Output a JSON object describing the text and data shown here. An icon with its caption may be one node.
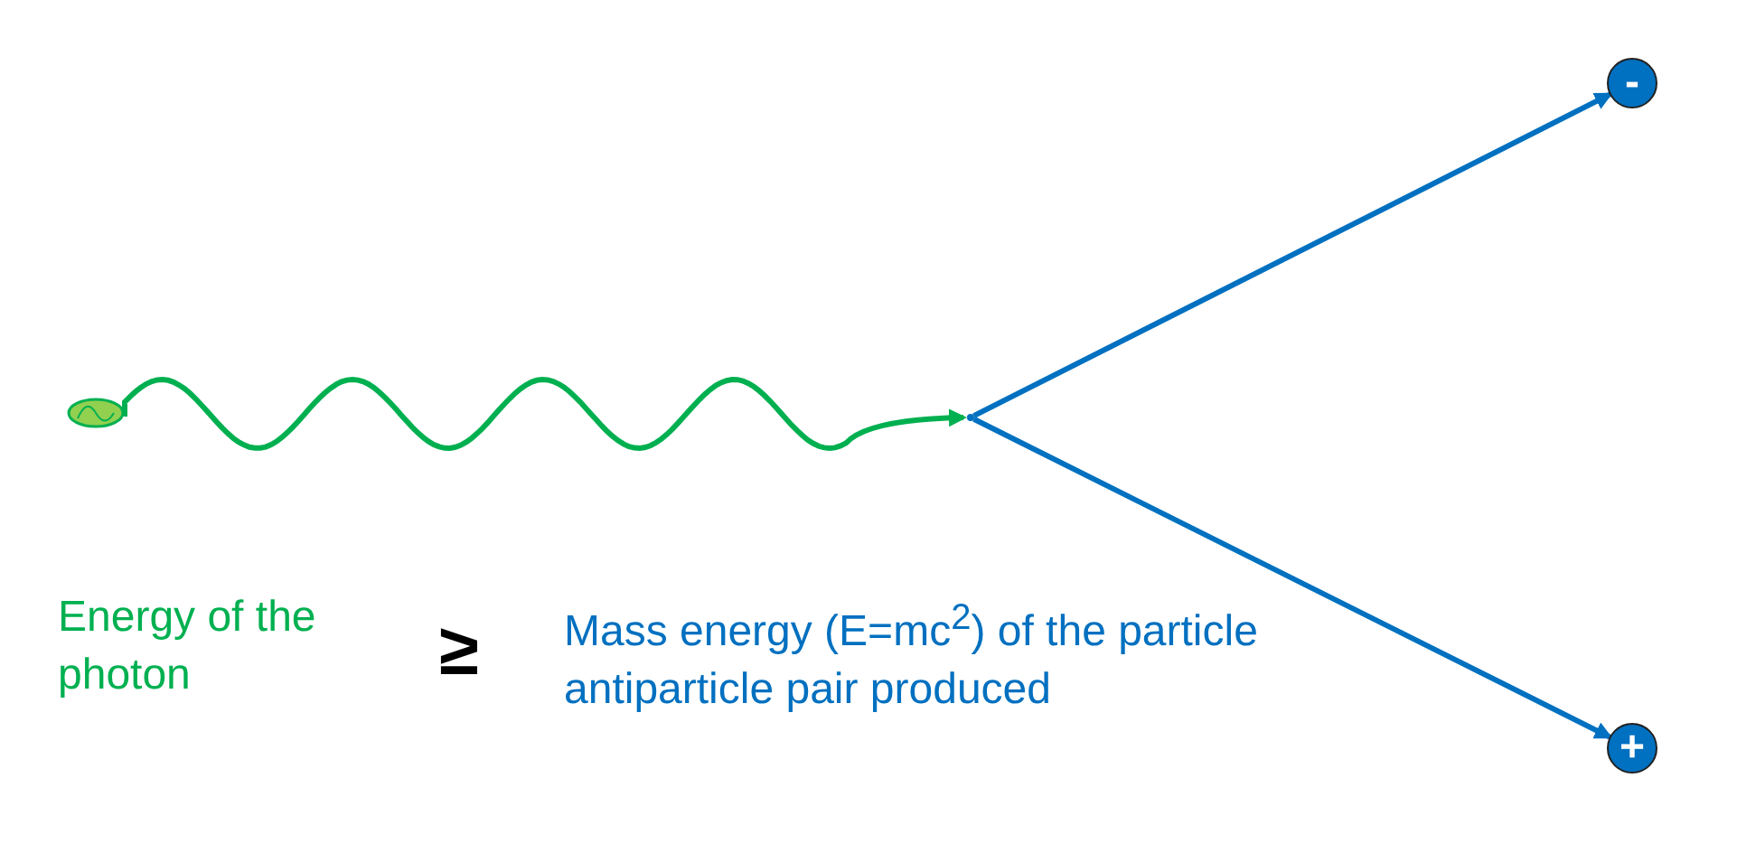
{
  "diagram": {
    "nodes": [
      {
        "text": [],
        "shape": "ellipse"
      },
      {
        "text": [],
        "shape": "point"
      },
      {
        "text": [
          "-"
        ]
      },
      {
        "text": [
          "+"
        ]
      }
    ],
    "edges": [
      {
        "from": 0,
        "to": 1,
        "arrow": "to",
        "color": "#00b050"
      },
      {
        "from": 1,
        "to": 2,
        "arrow": "to"
      },
      {
        "from": 1,
        "to": 3,
        "arrow": "to"
      }
    ],
    "labels": [
      "Energy of the photon",
      "≥",
      "Mass energy (E=mc$^{2}$) of the particle antiparticle pair produced"
    ]
  }
}
